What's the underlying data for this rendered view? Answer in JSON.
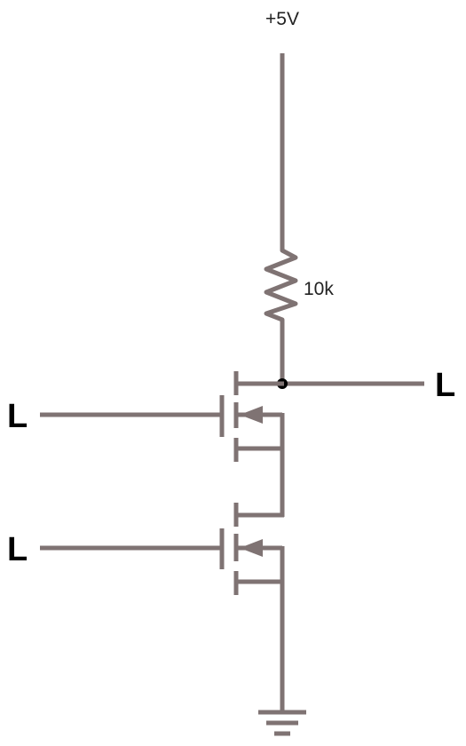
{
  "diagram": {
    "supply_label": "+5V",
    "resistor_label": "10k",
    "output_label": "L",
    "input_a_label": "L",
    "input_b_label": "L",
    "wire_color": "#7f7373",
    "node_color": "#000000"
  }
}
